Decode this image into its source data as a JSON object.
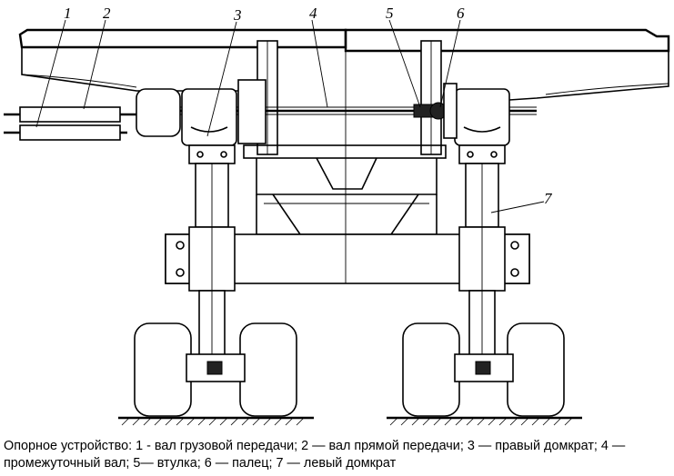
{
  "figure": {
    "callouts": [
      "1",
      "2",
      "3",
      "4",
      "5",
      "6",
      "7"
    ]
  },
  "caption": "Опорное устройство: 1 - вал грузовой передачи; 2 — вал прямой передачи; 3 — правый домкрат; 4 — промежуточный вал; 5— втулка; 6 — палец; 7 — левый домкрат"
}
